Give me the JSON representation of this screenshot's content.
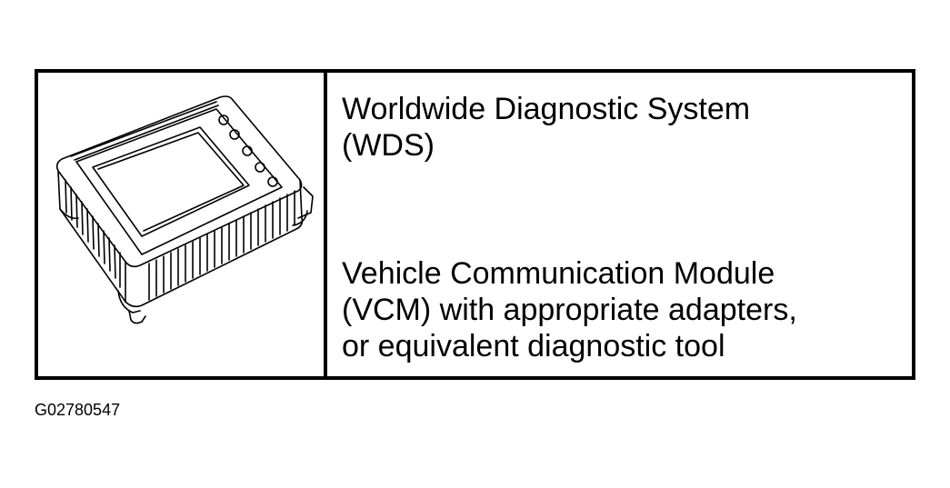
{
  "tool": {
    "primary_description": "Worldwide Diagnostic System\n(WDS)",
    "secondary_description": "Vehicle Communication Module\n(VCM) with appropriate adapters,\nor equivalent diagnostic tool",
    "illustration_icon": "diagnostic-tablet-illustration"
  },
  "figure_code": "G02780547",
  "colors": {
    "ink": "#000000",
    "paper": "#ffffff"
  }
}
